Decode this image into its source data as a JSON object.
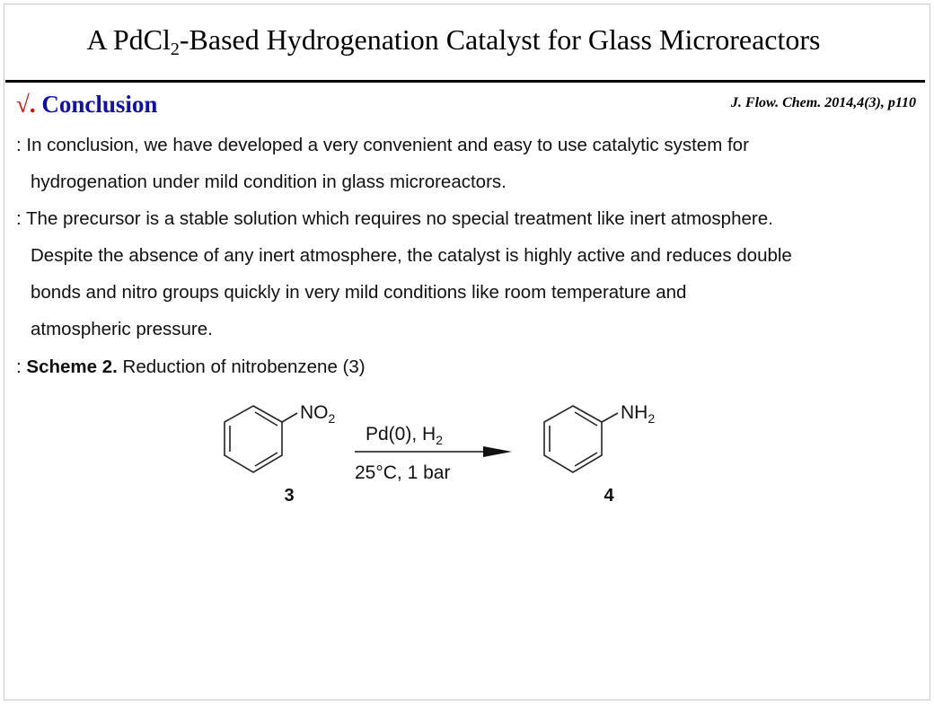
{
  "title": {
    "pre": "A PdCl",
    "sub": "2",
    "post": "-Based Hydrogenation Catalyst for Glass Microreactors"
  },
  "section": {
    "mark": "√.",
    "label": "Conclusion"
  },
  "citation": "J. Flow. Chem. 2014,4(3), p110",
  "body": [
    ": In conclusion, we have developed a very convenient and easy to use catalytic system for",
    "hydrogenation under mild condition in glass microreactors.",
    ": The precursor is a stable solution which requires no special treatment like inert atmosphere.",
    "Despite the absence of any inert atmosphere, the catalyst is highly active and reduces double",
    "bonds and nitro groups quickly in very mild conditions like room temperature and",
    "atmospheric pressure."
  ],
  "scheme": {
    "prefix": ": ",
    "bold": "Scheme 2.",
    "caption": " Reduction of nitrobenzene (3)",
    "reactant_group": "NO",
    "product_group": "NH",
    "subscript": "2",
    "reagents": "Pd(0), H",
    "reagents_sub": "2",
    "conditions": "25°C, 1 bar",
    "reactant_label": "3",
    "product_label": "4"
  }
}
